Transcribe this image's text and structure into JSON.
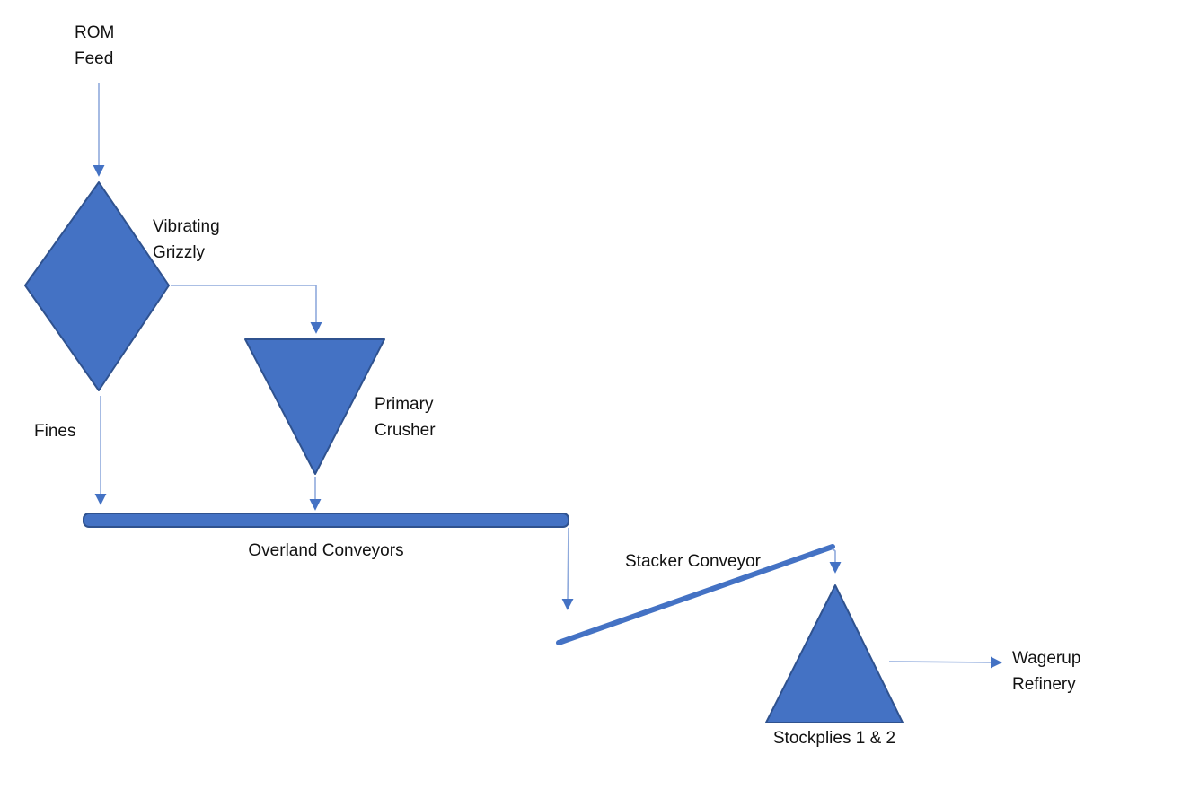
{
  "diagram": {
    "description": "Process flow diagram",
    "colors": {
      "background": "#ffffff",
      "shape_fill": "#4472C4",
      "shape_border": "#2F528F",
      "connector_line": "#8FAADC",
      "arrowhead": "#4472C4",
      "label_text": "#121212"
    },
    "labels": {
      "rom_feed_line1": "ROM",
      "rom_feed_line2": "Feed",
      "vibrating_grizzly_line1": "Vibrating",
      "vibrating_grizzly_line2": "Grizzly",
      "primary_crusher_line1": "Primary",
      "primary_crusher_line2": "Crusher",
      "fines": "Fines",
      "overland_conveyors": "Overland Conveyors",
      "stacker_conveyor": "Stacker Conveyor",
      "stockpiles": "Stockplies 1 & 2",
      "wagerup_line1": "Wagerup",
      "wagerup_line2": "Refinery"
    },
    "shapes": [
      {
        "name": "vibrating-grizzly-diamond",
        "type": "diamond"
      },
      {
        "name": "primary-crusher-funnel",
        "type": "inverted-triangle"
      },
      {
        "name": "overland-conveyor-bar",
        "type": "rounded-bar"
      },
      {
        "name": "stacker-conveyor-line",
        "type": "slanted-line"
      },
      {
        "name": "stockpile-triangle",
        "type": "triangle"
      }
    ]
  }
}
